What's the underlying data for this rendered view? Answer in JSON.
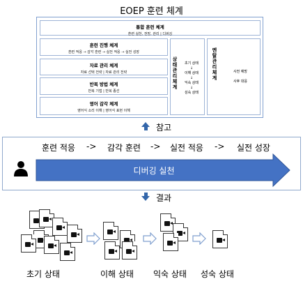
{
  "title": "EOEP 훈련 체계",
  "frame": {
    "boxes": [
      {
        "heading": "통합 훈련 체계",
        "sub": "훈련 실천, 전망, 관리 | 디버깅"
      },
      {
        "heading": "훈련 진행 체계",
        "sub": "훈련 적응 → 감각 훈련 → 실전 적응 → 실전 성장"
      },
      {
        "heading": "자료 관리 체계",
        "sub": "자료 선택 전략 | 자료 관리 전략"
      },
      {
        "heading": "반복 방법 체계",
        "sub": "반복 기법 | 반복 종선"
      },
      {
        "heading": "영어 감각 체계",
        "sub": "영어식 소리 이해 | 영어식 표현 이해"
      }
    ],
    "state_col": {
      "label": "상태 관리 체계",
      "flow": [
        "초기 상태",
        "이해 상태",
        "익숙 상태",
        "성숙 상태"
      ]
    },
    "tracking_col": {
      "label": "멘탈 관리 체계",
      "items": [
        "사전 예방",
        "사후 대응"
      ]
    }
  },
  "up_label": "참고",
  "sequence": [
    "훈련 적응",
    "->",
    "감각 훈련",
    "->",
    "실전 적응",
    "->",
    "실전 성장"
  ],
  "arrow_label": "디버깅 실천",
  "down_label": "결과",
  "stages": [
    "초기 상태",
    "이해 상태",
    "익숙 상태",
    "성숙 상태"
  ],
  "colors": {
    "arrow_fill": "#4472c4",
    "accent": "#3366aa"
  }
}
